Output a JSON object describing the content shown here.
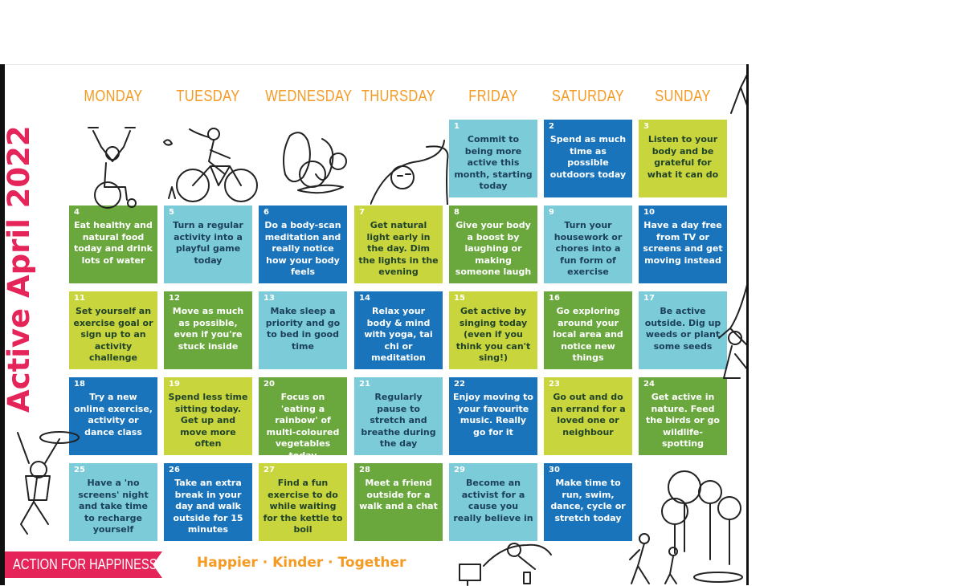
{
  "title": "Active April 2022",
  "days": [
    "MONDAY",
    "TUESDAY",
    "WEDNESDAY",
    "THURSDAY",
    "FRIDAY",
    "SATURDAY",
    "SUNDAY"
  ],
  "cells": [
    {
      "num": "1",
      "text": "Commit to being more active this month, starting today",
      "color": "light"
    },
    {
      "num": "2",
      "text": "Spend as much time as possible outdoors today",
      "color": "blue"
    },
    {
      "num": "3",
      "text": "Listen to your body and be grateful for what it can do",
      "color": "lime"
    },
    {
      "num": "4",
      "text": "Eat healthy and natural food today and drink lots of water",
      "color": "green"
    },
    {
      "num": "5",
      "text": "Turn a regular activity into a playful game today",
      "color": "light"
    },
    {
      "num": "6",
      "text": "Do a body-scan meditation and really notice how your body feels",
      "color": "blue"
    },
    {
      "num": "7",
      "text": "Get natural light early in the day. Dim the lights in the evening",
      "color": "lime"
    },
    {
      "num": "8",
      "text": "Give your body a boost by laughing or making someone laugh",
      "color": "green"
    },
    {
      "num": "9",
      "text": "Turn your housework or chores into a fun form of exercise",
      "color": "light"
    },
    {
      "num": "10",
      "text": "Have a day free from TV or screens and get moving instead",
      "color": "blue"
    },
    {
      "num": "11",
      "text": "Set yourself an exercise goal or sign up to an activity challenge",
      "color": "lime"
    },
    {
      "num": "12",
      "text": "Move as much as possible, even if you're stuck inside",
      "color": "green"
    },
    {
      "num": "13",
      "text": "Make sleep a priority and go to bed in good time",
      "color": "light"
    },
    {
      "num": "14",
      "text": "Relax your body & mind with yoga, tai chi or meditation",
      "color": "blue"
    },
    {
      "num": "15",
      "text": "Get active by singing today (even if you think you can't sing!)",
      "color": "lime"
    },
    {
      "num": "16",
      "text": "Go exploring around your local area and notice new things",
      "color": "green"
    },
    {
      "num": "17",
      "text": "Be active outside. Dig up weeds or plant some seeds",
      "color": "light"
    },
    {
      "num": "18",
      "text": "Try a new online exercise, activity or dance class",
      "color": "blue"
    },
    {
      "num": "19",
      "text": "Spend less time sitting today. Get up and move more often",
      "color": "lime"
    },
    {
      "num": "20",
      "text": "Focus on 'eating a rainbow' of multi-coloured vegetables today",
      "color": "green"
    },
    {
      "num": "21",
      "text": "Regularly pause to stretch and breathe during the day",
      "color": "light"
    },
    {
      "num": "22",
      "text": "Enjoy moving to your favourite music. Really go for it",
      "color": "blue"
    },
    {
      "num": "23",
      "text": "Go out and do an errand for a loved one or neighbour",
      "color": "lime"
    },
    {
      "num": "24",
      "text": "Get active in nature. Feed the birds or go wildlife-spotting",
      "color": "green"
    },
    {
      "num": "25",
      "text": "Have a 'no screens' night and take time to recharge yourself",
      "color": "light"
    },
    {
      "num": "26",
      "text": "Take an extra break in your day and walk outside for 15 minutes",
      "color": "blue"
    },
    {
      "num": "27",
      "text": "Find a fun exercise to do while waiting for the kettle to boil",
      "color": "lime"
    },
    {
      "num": "28",
      "text": "Meet a friend outside for a walk and a chat",
      "color": "green"
    },
    {
      "num": "29",
      "text": "Become an activist for a cause you really believe in",
      "color": "light"
    },
    {
      "num": "30",
      "text": "Make time to run, swim, dance, cycle or stretch today",
      "color": "blue"
    }
  ],
  "footer": {
    "brand": "ACTION FOR HAPPINESS",
    "tagline": "Happier · Kinder · Together"
  },
  "colors": {
    "title": "#e5245a",
    "day_heading": "#f59a23",
    "light_blue": "#7ccbd9",
    "blue": "#1a74bb",
    "lime": "#c9d53c",
    "green": "#6aa83e",
    "brand_badge": "#e5245a"
  },
  "icons": [
    "wheelchair-weights-icon",
    "cyclist-icon",
    "vegetables-icon",
    "sleeping-person-icon",
    "climber-icon",
    "hula-hoop-dancer-icon",
    "yoga-person-icon",
    "trees-walkers-icon"
  ]
}
